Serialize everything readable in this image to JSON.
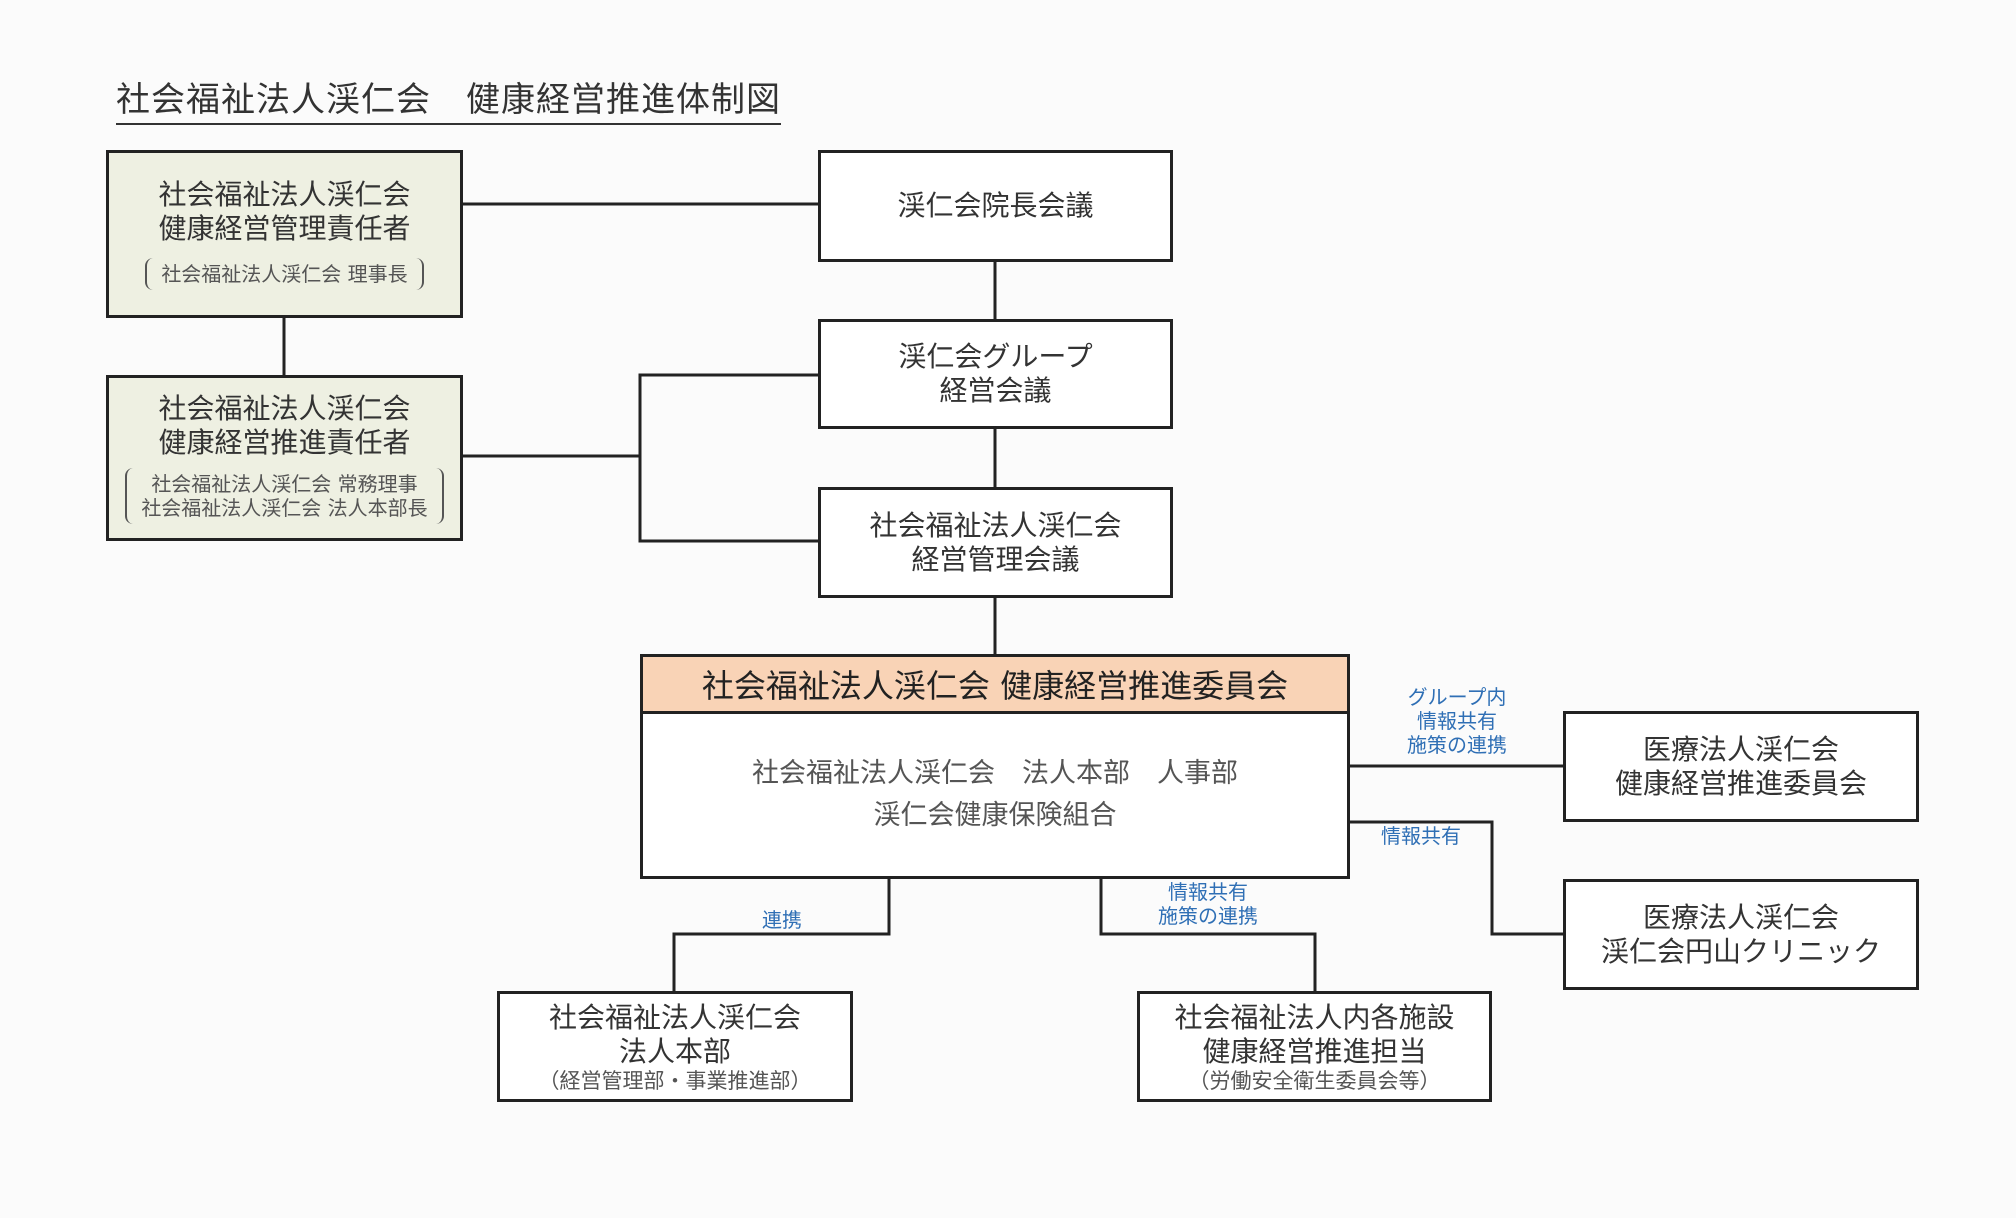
{
  "title": "社会福祉法人渓仁会　健康経営推進体制図",
  "boxes": {
    "manager": {
      "line1": "社会福祉法人渓仁会",
      "line2": "健康経営管理責任者",
      "sub1": "社会福祉法人渓仁会 理事長"
    },
    "promoter": {
      "line1": "社会福祉法人渓仁会",
      "line2": "健康経営推進責任者",
      "sub1": "社会福祉法人渓仁会 常務理事",
      "sub2": "社会福祉法人渓仁会 法人本部長"
    },
    "directors": {
      "line1": "渓仁会院長会議"
    },
    "group": {
      "line1": "渓仁会グループ",
      "line2": "経営会議"
    },
    "mgmt": {
      "line1": "社会福祉法人渓仁会",
      "line2": "経営管理会議"
    },
    "committee": {
      "header": "社会福祉法人渓仁会 健康経営推進委員会",
      "line1": "社会福祉法人渓仁会　法人本部　人事部",
      "line2": "渓仁会健康保険組合"
    },
    "medical_committee": {
      "line1": "医療法人渓仁会",
      "line2": "健康経営推進委員会"
    },
    "clinic": {
      "line1": "医療法人渓仁会",
      "line2": "渓仁会円山クリニック"
    },
    "hq": {
      "line1": "社会福祉法人渓仁会",
      "line2": "法人本部",
      "sub": "（経営管理部・事業推進部）"
    },
    "facilities": {
      "line1": "社会福祉法人内各施設",
      "line2": "健康経営推進担当",
      "sub": "（労働安全衛生委員会等）"
    }
  },
  "labels": {
    "group_share": [
      "グループ内",
      "情報共有",
      "施策の連携"
    ],
    "info_share": "情報共有",
    "cooperation": "連携",
    "share_coop": [
      "情報共有",
      "施策の連携"
    ]
  },
  "colors": {
    "committee_header": "#f9d3b6",
    "green_box": "#eef0e2",
    "label": "#2f6fb5"
  }
}
